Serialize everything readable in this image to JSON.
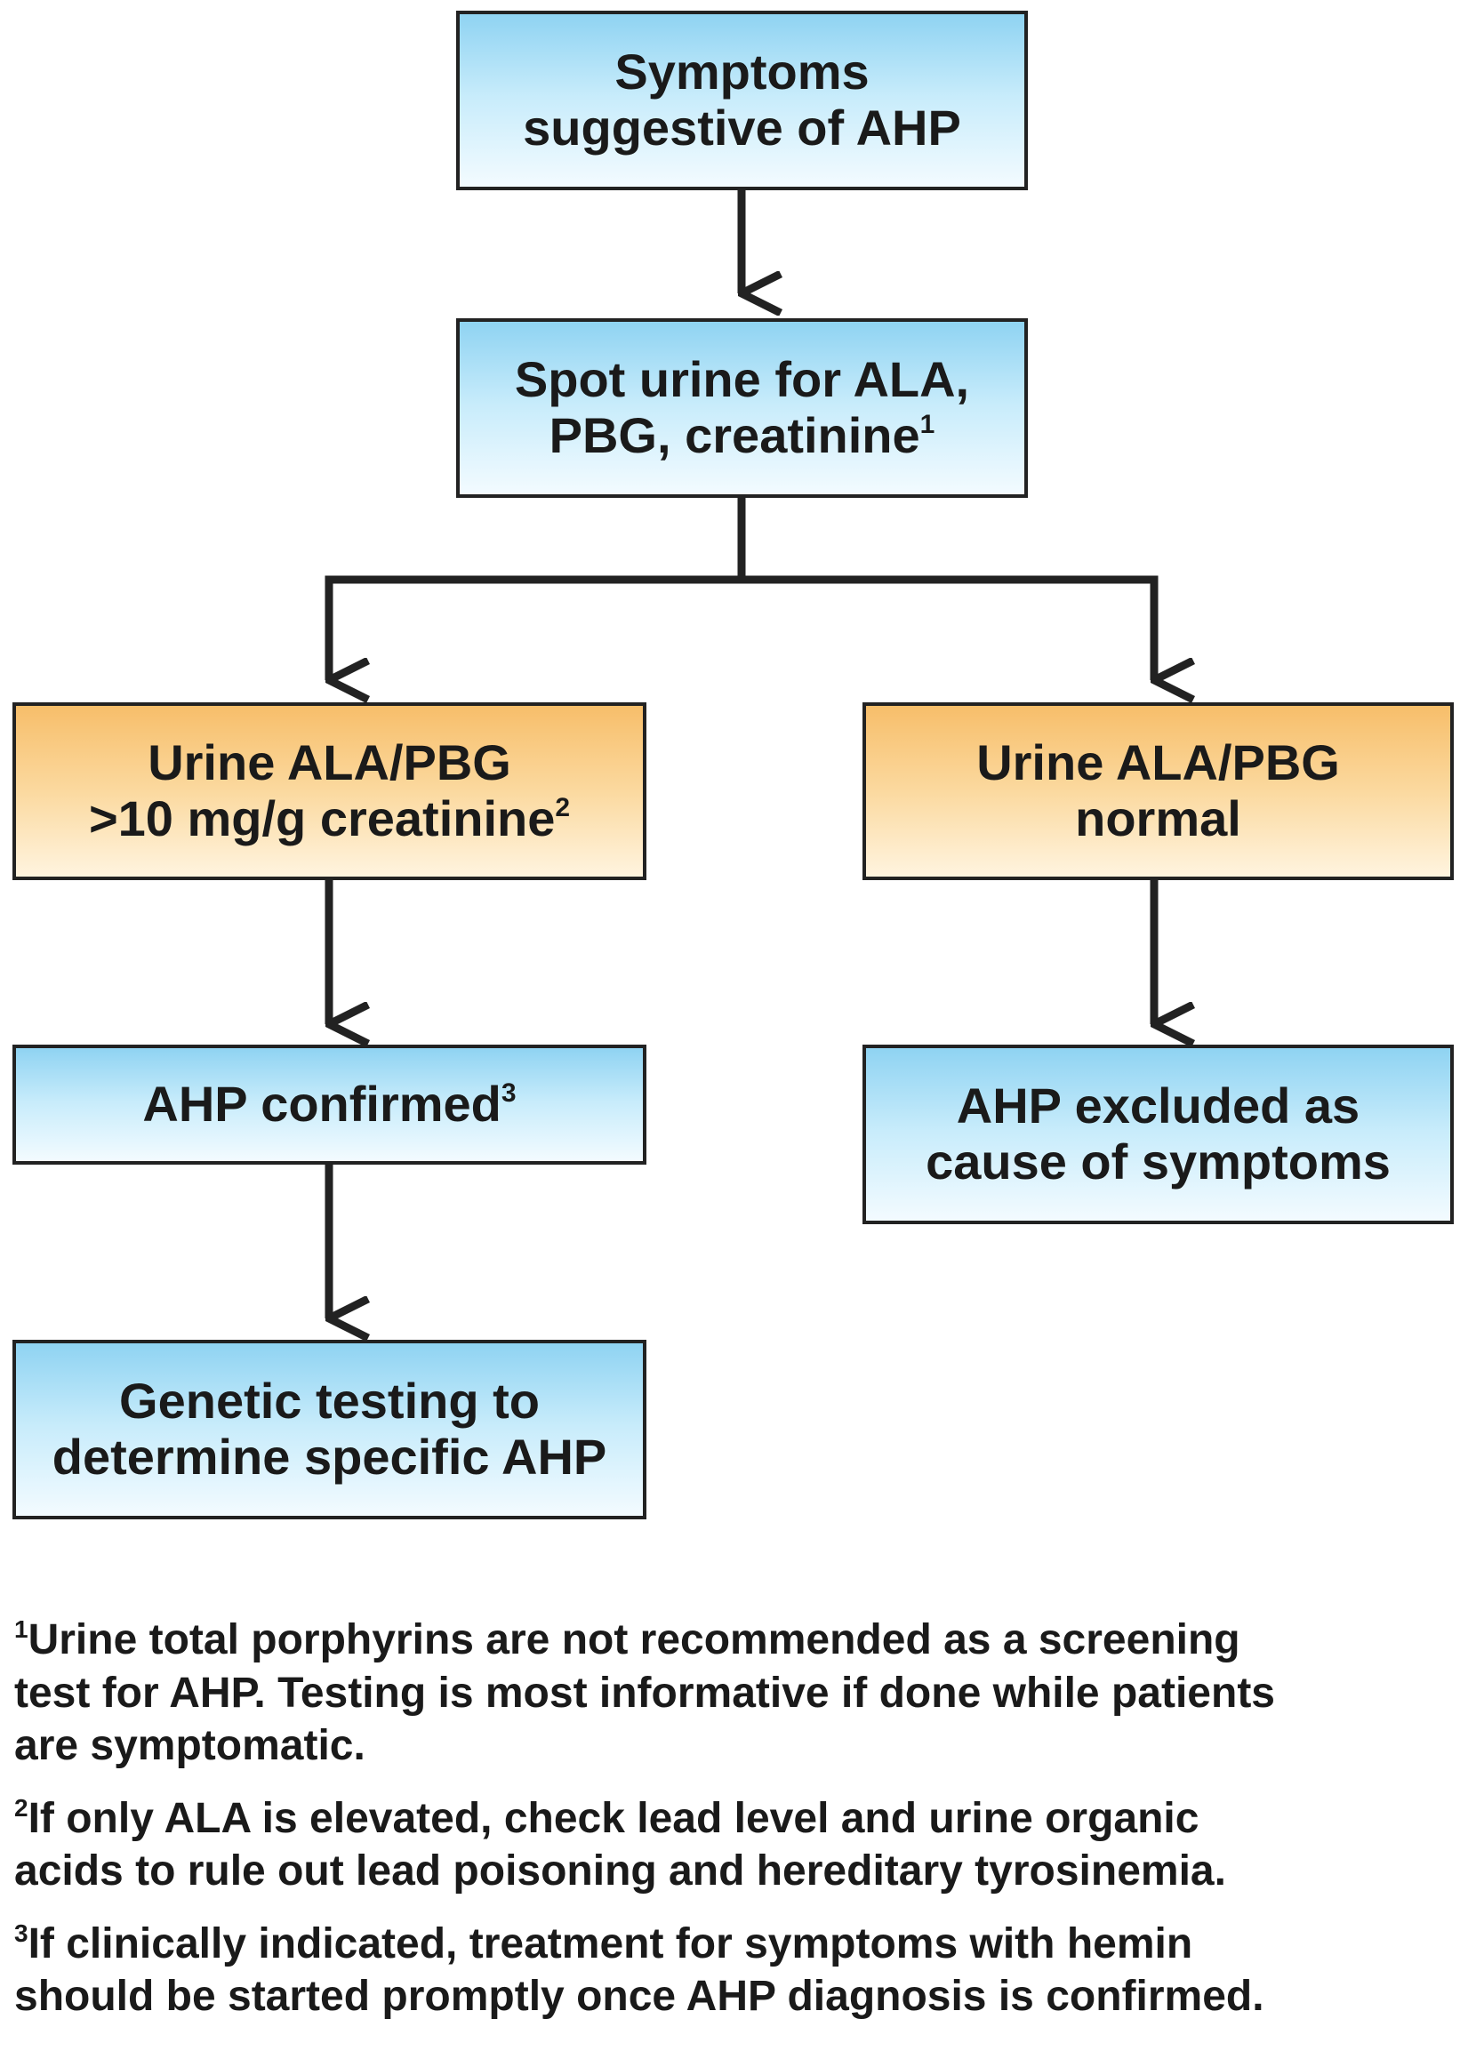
{
  "nodes": {
    "symptoms": {
      "lines": [
        "Symptoms",
        "suggestive of AHP"
      ],
      "sup": ""
    },
    "spot_urine": {
      "lines": [
        "Spot urine for ALA,",
        "PBG, creatinine"
      ],
      "sup": "1"
    },
    "ala_high": {
      "lines": [
        "Urine ALA/PBG",
        ">10 mg/g creatinine"
      ],
      "sup": "2"
    },
    "ala_normal": {
      "lines": [
        "Urine ALA/PBG",
        "normal"
      ],
      "sup": ""
    },
    "confirmed": {
      "lines": [
        "AHP confirmed"
      ],
      "sup": "3"
    },
    "excluded": {
      "lines": [
        "AHP excluded as",
        "cause of symptoms"
      ],
      "sup": ""
    },
    "genetic": {
      "lines": [
        "Genetic testing to",
        "determine specific AHP"
      ],
      "sup": ""
    }
  },
  "footnotes": [
    {
      "marker": "1",
      "lines": [
        "Urine total porphyrins are not recommended as a screening",
        "test for AHP. Testing is most informative if done while patients",
        "are symptomatic."
      ]
    },
    {
      "marker": "2",
      "lines": [
        "If only ALA is elevated, check lead level and urine organic",
        "acids to rule out lead poisoning and hereditary tyrosinemia."
      ]
    },
    {
      "marker": "3",
      "lines": [
        "If clinically indicated, treatment for symptoms with hemin",
        "should be started promptly once AHP diagnosis is confirmed."
      ]
    }
  ],
  "colors": {
    "blue_box_top": "#8fd3f2",
    "orange_box_top": "#f7be6a",
    "stroke": "#222222"
  }
}
